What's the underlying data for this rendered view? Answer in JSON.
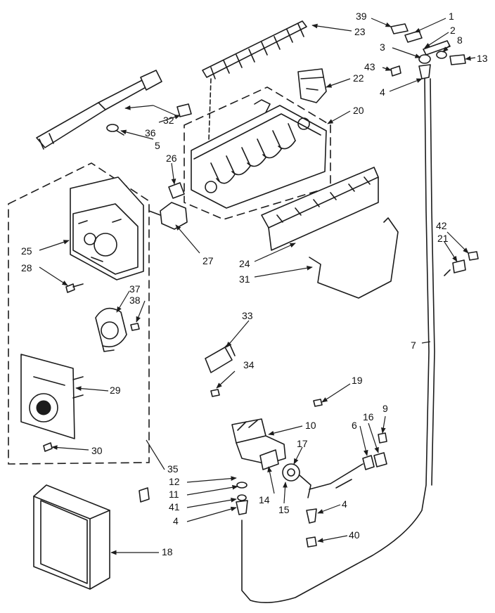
{
  "callouts": {
    "c1": "1",
    "c2": "2",
    "c3": "3",
    "c4a": "4",
    "c4b": "4",
    "c4c": "4",
    "c5": "5",
    "c6": "6",
    "c7": "7",
    "c8": "8",
    "c9": "9",
    "c10": "10",
    "c11": "11",
    "c12": "12",
    "c13": "13",
    "c14": "14",
    "c15": "15",
    "c16": "16",
    "c17": "17",
    "c18": "18",
    "c19": "19",
    "c20": "20",
    "c21": "21",
    "c22": "22",
    "c23": "23",
    "c24": "24",
    "c25": "25",
    "c26": "26",
    "c27": "27",
    "c28": "28",
    "c29": "29",
    "c30": "30",
    "c31": "31",
    "c32": "32",
    "c33": "33",
    "c34": "34",
    "c35": "35",
    "c36": "36",
    "c37": "37",
    "c38": "38",
    "c39": "39",
    "c40": "40",
    "c41": "41",
    "c42": "42",
    "c43": "43"
  },
  "arrow_marker": "arrowhead",
  "line_color": "#1c1c1c",
  "background": "#ffffff"
}
